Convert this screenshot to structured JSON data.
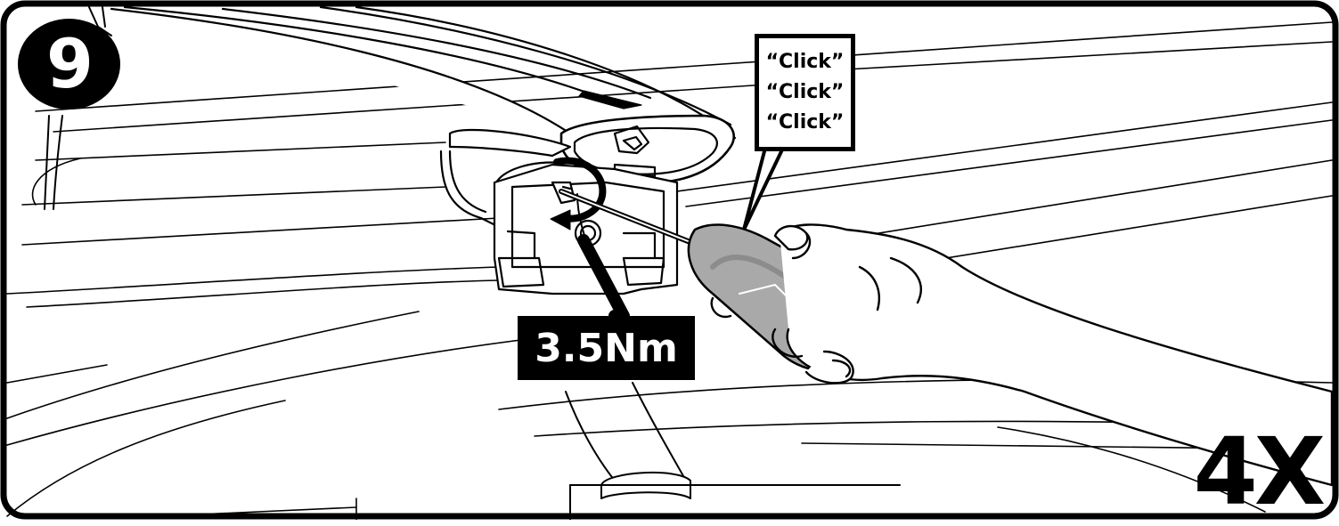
{
  "step": {
    "number": "9"
  },
  "callout": {
    "lines": [
      "“Click”",
      "“Click”",
      "“Click”"
    ]
  },
  "torque": {
    "value": "3.5Nm"
  },
  "quantity": {
    "label": "4X"
  },
  "colors": {
    "ink": "#000000",
    "paper": "#ffffff",
    "handle_fill": "#a9a9a9",
    "handle_shade": "#8c8c8c"
  },
  "icons": [
    "rotation-arrow-icon",
    "hand-illustration",
    "screwdriver-illustration",
    "roof-bar-illustration"
  ]
}
